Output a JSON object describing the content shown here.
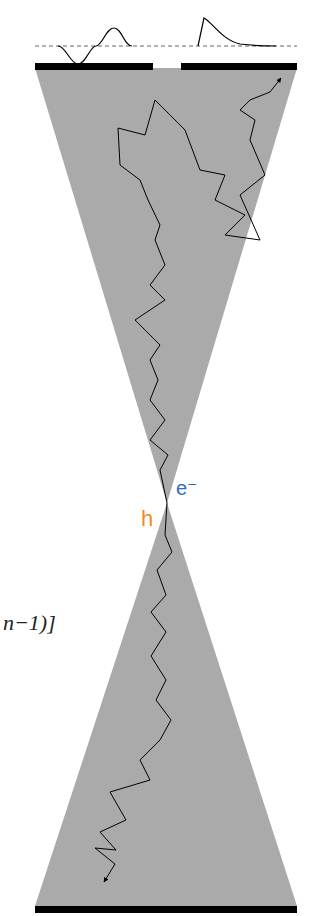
{
  "diagram": {
    "labels": [
      "h",
      "e⁻",
      "n−1)]"
    ]
  }
}
